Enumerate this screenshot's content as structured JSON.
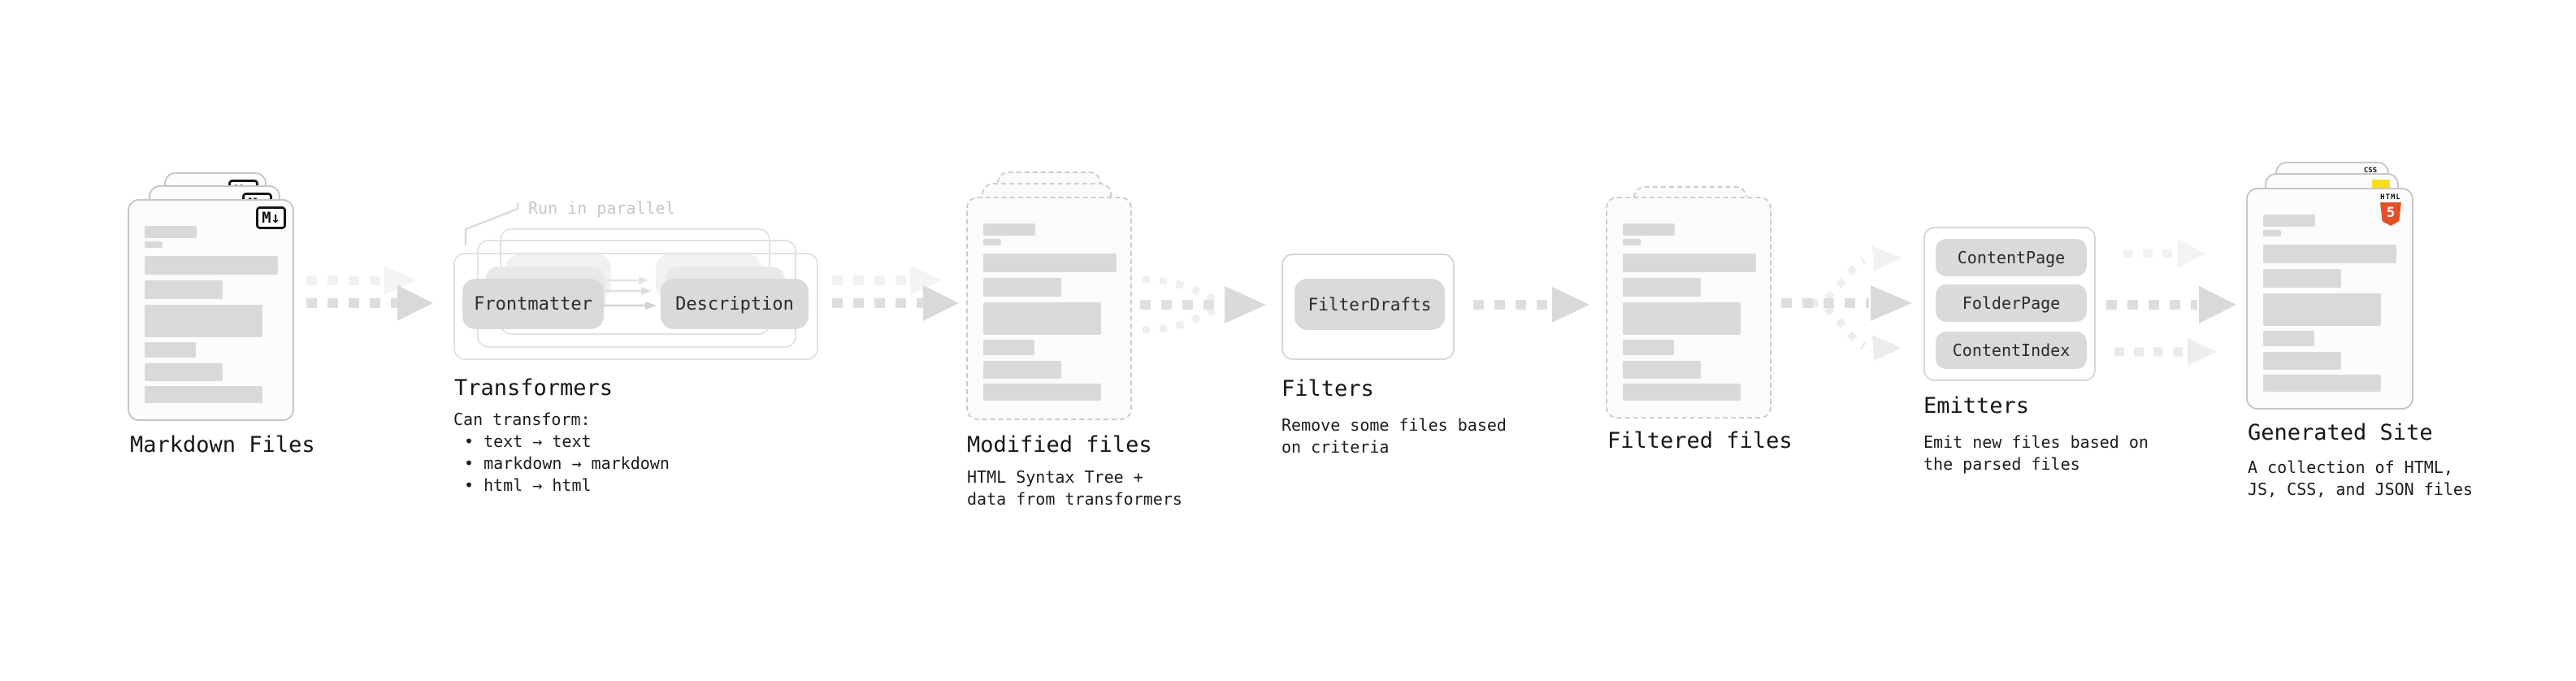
{
  "stages": {
    "markdown_files": {
      "caption": "Markdown Files",
      "badge": "M↓"
    },
    "transformers": {
      "caption": "Transformers",
      "note": "Run in parallel",
      "pills": {
        "from": "Frontmatter",
        "to": "Description"
      },
      "details": [
        "Can transform:",
        "• text → text",
        "• markdown → markdown",
        "• html → html"
      ]
    },
    "modified_files": {
      "caption": "Modified files",
      "details": [
        "HTML Syntax Tree +",
        "data from transformers"
      ]
    },
    "filters": {
      "caption": "Filters",
      "pills": [
        "FilterDrafts"
      ],
      "details": [
        "Remove some files based",
        "on criteria"
      ]
    },
    "filtered_files": {
      "caption": "Filtered files"
    },
    "emitters": {
      "caption": "Emitters",
      "pills": [
        "ContentPage",
        "FolderPage",
        "ContentIndex"
      ],
      "details": [
        "Emit new files based on",
        "the parsed files"
      ]
    },
    "generated_site": {
      "caption": "Generated Site",
      "badges": {
        "html_label": "HTML",
        "html_number": "5",
        "css": "CSS"
      },
      "details": [
        "A collection of HTML,",
        "JS, CSS, and JSON files"
      ]
    }
  },
  "colors": {
    "html5_orange": "#E34F26",
    "js_yellow": "#F7DF1E",
    "css_blue": "#2965F1",
    "bar_gray": "#D9D9D9"
  }
}
